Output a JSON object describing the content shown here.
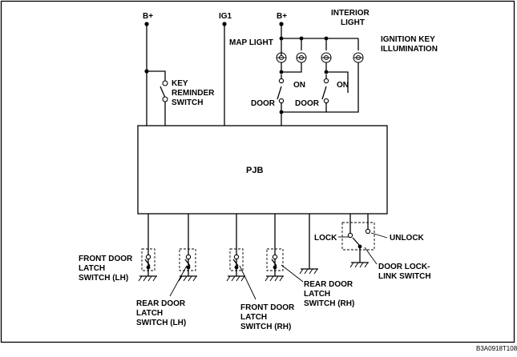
{
  "labels": {
    "b_plus_left": "B+",
    "ig1": "IG1",
    "b_plus_right": "B+",
    "interior_light_1": "INTERIOR",
    "interior_light_2": "LIGHT",
    "map_light": "MAP LIGHT",
    "ignition_key_1": "IGNITION KEY",
    "ignition_key_2": "ILLUMINATION",
    "key_reminder_1": "KEY",
    "key_reminder_2": "REMINDER",
    "key_reminder_3": "SWITCH",
    "on_1": "ON",
    "on_2": "ON",
    "door_1": "DOOR",
    "door_2": "DOOR",
    "pjb": "PJB",
    "lock": "LOCK",
    "unlock": "UNLOCK",
    "front_lh_1": "FRONT DOOR",
    "front_lh_2": "LATCH",
    "front_lh_3": "SWITCH (LH)",
    "rear_lh_1": "REAR DOOR",
    "rear_lh_2": "LATCH",
    "rear_lh_3": "SWITCH (LH)",
    "front_rh_1": "FRONT DOOR",
    "front_rh_2": "LATCH",
    "front_rh_3": "SWITCH (RH)",
    "rear_rh_1": "REAR DOOR",
    "rear_rh_2": "LATCH",
    "rear_rh_3": "SWITCH (RH)",
    "door_lock_1": "DOOR LOCK-",
    "door_lock_2": "LINK SWITCH",
    "ref_code": "B3A0918T108"
  }
}
